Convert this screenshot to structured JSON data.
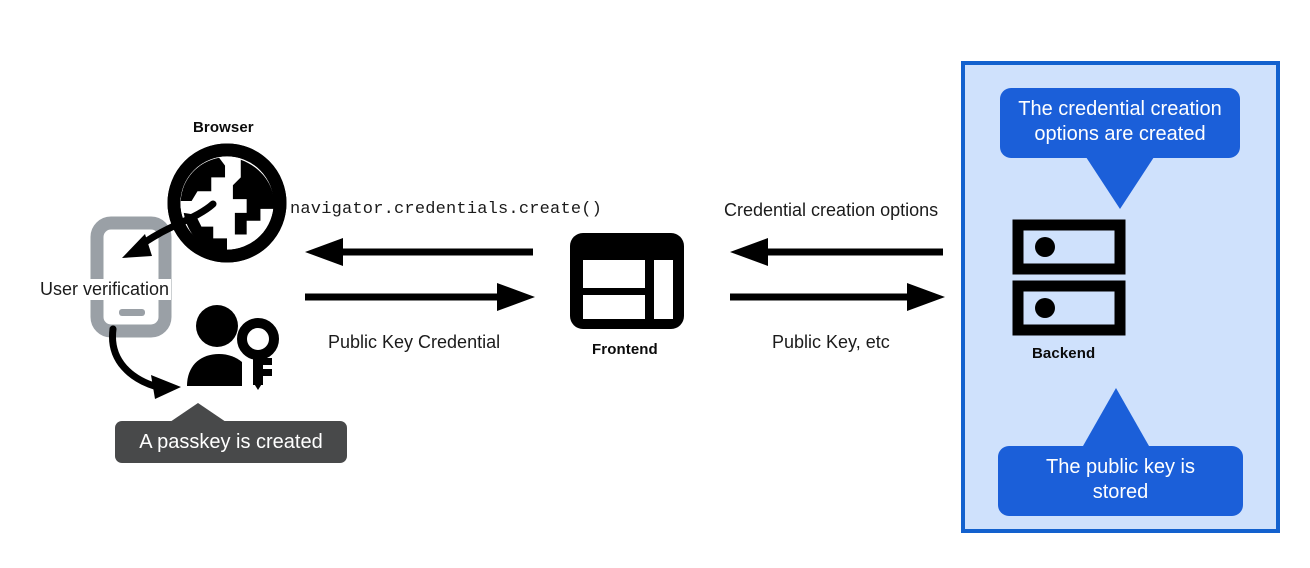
{
  "diagram": {
    "title_visible": false,
    "background_color": "#ffffff"
  },
  "client_side": {
    "browser_label": "Browser",
    "user_verification_label": "User verification",
    "passkey_tooltip": "A passkey is created",
    "icons": {
      "browser": "globe-icon",
      "device": "smartphone-icon",
      "user_key": "person-with-key-icon"
    }
  },
  "frontend": {
    "label": "Frontend",
    "icon": "dashboard-layout-icon"
  },
  "backend": {
    "label": "Backend",
    "icon": "server-rack-icon",
    "panel_color": "#cfe1fc",
    "panel_border_color": "#1361ce",
    "callouts": [
      {
        "text": "The credential creation options are created",
        "line1": "The credential creation",
        "line2": "options are created",
        "color": "#1b5fd9",
        "direction": "down"
      },
      {
        "text": "The public key is stored",
        "line1": "The public key is",
        "line2": "stored",
        "color": "#1b5fd9",
        "direction": "up"
      }
    ]
  },
  "flows": {
    "browser_frontend": {
      "inbound_label": "navigator.credentials.create()",
      "outbound_label": "Public Key Credential"
    },
    "frontend_backend": {
      "inbound_label": "Credential creation options",
      "outbound_label": "Public Key, etc"
    }
  },
  "colors": {
    "accent_blue": "#1b5fd9",
    "panel_blue": "#cfe1fc",
    "border_blue": "#1361ce",
    "tooltip_gray": "#48494a",
    "device_gray": "#9aa0a6",
    "ink": "#0b0b0b"
  }
}
